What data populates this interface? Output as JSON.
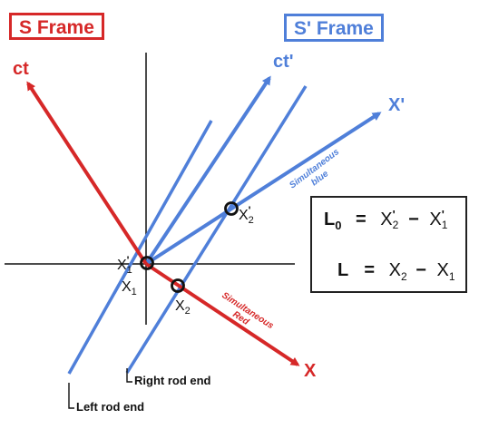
{
  "frames": {
    "s_frame": "S  Frame",
    "s_prime_frame": "S' Frame"
  },
  "axes": {
    "ct": "ct",
    "ct_prime": "ct'",
    "x": "X",
    "x_prime": "X'"
  },
  "annotations": {
    "sim_blue_1": "Simultaneous",
    "sim_blue_2": "blue",
    "sim_red_1": "Simultaneous",
    "sim_red_2": "Red",
    "right_rod_end": "Right rod end",
    "left_rod_end": "Left rod end"
  },
  "points": {
    "x1p": {
      "base": "X",
      "sub": "1",
      "sup": "'"
    },
    "x1": {
      "base": "X",
      "sub": "1"
    },
    "x2": {
      "base": "X",
      "sub": "2"
    },
    "x2p": {
      "base": "X",
      "sub": "2",
      "sup": "'"
    }
  },
  "equations": {
    "l0": {
      "lhs": "L",
      "lhs_sub": "0",
      "eq": "=",
      "a": "X",
      "a_sub": "2",
      "a_sup": "'",
      "minus": "−",
      "b": "X",
      "b_sub": "1",
      "b_sup": "'"
    },
    "l": {
      "lhs": "L",
      "eq": "=",
      "a": "X",
      "a_sub": "2",
      "minus": "−",
      "b": "X",
      "b_sub": "1"
    }
  },
  "colors": {
    "red": "#d62828",
    "blue": "#4f7fd9",
    "black": "#111111"
  }
}
